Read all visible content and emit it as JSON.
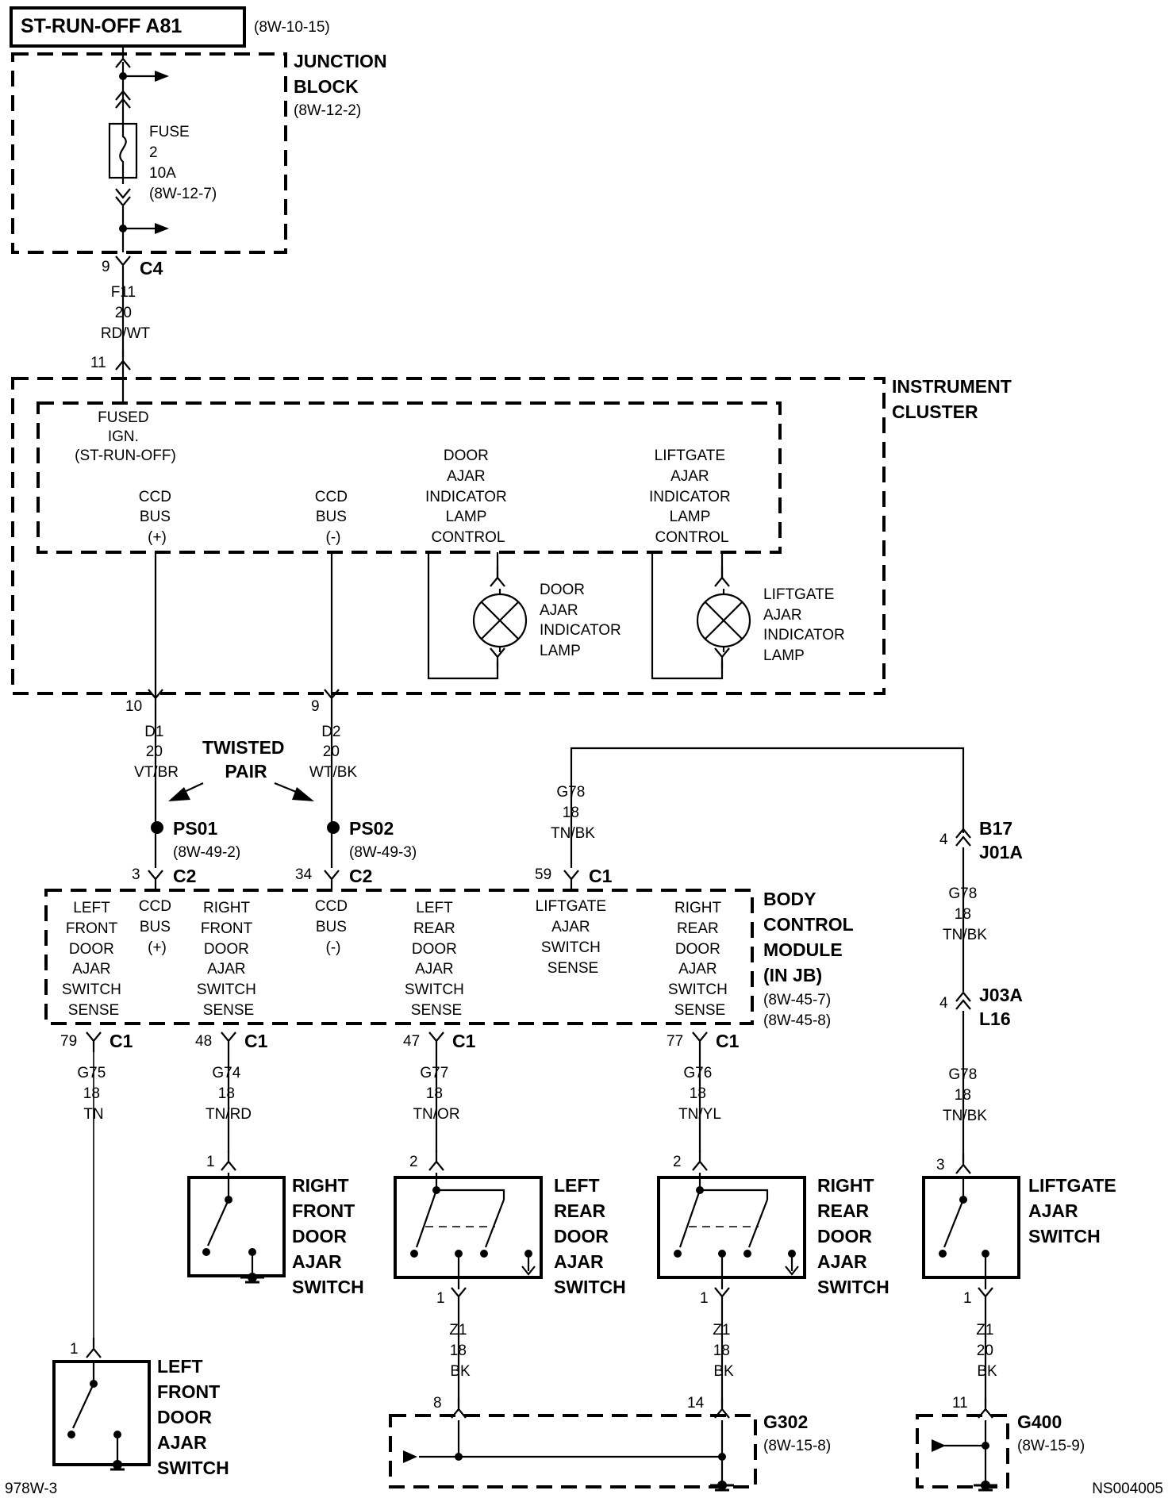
{
  "title": "ST-RUN-OFF A81",
  "title_ref": "(8W-10-15)",
  "junction_block": {
    "name_lines": [
      "JUNCTION",
      "BLOCK"
    ],
    "ref": "(8W-12-2)",
    "fuse_lines": [
      "FUSE",
      "2",
      "10A",
      "(8W-12-7)"
    ],
    "pin": "9",
    "connector": "C4"
  },
  "feed_wire": [
    "F11",
    "20",
    "RD/WT"
  ],
  "instrument_cluster": {
    "name_lines": [
      "INSTRUMENT",
      "CLUSTER"
    ],
    "in_pin": "11",
    "fused_lines": [
      "FUSED",
      "IGN.",
      "(ST-RUN-OFF)"
    ],
    "ccd_plus_lines": [
      "CCD",
      "BUS",
      "(+)"
    ],
    "ccd_minus_lines": [
      "CCD",
      "BUS",
      "(-)"
    ],
    "door_control_lines": [
      "DOOR",
      "AJAR",
      "INDICATOR",
      "LAMP",
      "CONTROL"
    ],
    "liftgate_control_lines": [
      "LIFTGATE",
      "AJAR",
      "INDICATOR",
      "LAMP",
      "CONTROL"
    ],
    "door_lamp_lines": [
      "DOOR",
      "AJAR",
      "INDICATOR",
      "LAMP"
    ],
    "liftgate_lamp_lines": [
      "LIFTGATE",
      "AJAR",
      "INDICATOR",
      "LAMP"
    ],
    "pin_d1": "10",
    "pin_d2": "9"
  },
  "twisted_pair": [
    "TWISTED",
    "PAIR"
  ],
  "wire_d1": [
    "D1",
    "20",
    "VT/BR"
  ],
  "wire_d2": [
    "D2",
    "20",
    "WT/BK"
  ],
  "splices": {
    "ps01": "PS01",
    "ps01_ref": "(8W-49-2)",
    "ps02": "PS02",
    "ps02_ref": "(8W-49-3)"
  },
  "wire_g78_top": [
    "G78",
    "18",
    "TN/BK"
  ],
  "right_connectors": {
    "c1_pin": "4",
    "c1_lines": [
      "B17",
      "J01A"
    ],
    "c2_pin": "4",
    "c2_lines": [
      "J03A",
      "L16"
    ]
  },
  "wire_g78_mid": [
    "G78",
    "18",
    "TN/BK"
  ],
  "wire_g78_low": [
    "G78",
    "18",
    "TN/BK"
  ],
  "bcm": {
    "name_lines": [
      "BODY",
      "CONTROL",
      "MODULE",
      "(IN JB)"
    ],
    "refs": [
      "(8W-45-7)",
      "(8W-45-8)"
    ],
    "top_pins": {
      "ccd_plus_pin": "3",
      "ccd_plus_conn": "C2",
      "ccd_minus_pin": "34",
      "ccd_minus_conn": "C2",
      "liftgate_pin": "59",
      "liftgate_conn": "C1"
    },
    "left_front_lines": [
      "LEFT",
      "FRONT",
      "DOOR",
      "AJAR",
      "SWITCH",
      "SENSE"
    ],
    "ccd_plus_lines": [
      "CCD",
      "BUS",
      "(+)"
    ],
    "right_front_lines": [
      "RIGHT",
      "FRONT",
      "DOOR",
      "AJAR",
      "SWITCH",
      "SENSE"
    ],
    "ccd_minus_lines": [
      "CCD",
      "BUS",
      "(-)"
    ],
    "left_rear_lines": [
      "LEFT",
      "REAR",
      "DOOR",
      "AJAR",
      "SWITCH",
      "SENSE"
    ],
    "liftgate_lines": [
      "LIFTGATE",
      "AJAR",
      "SWITCH",
      "SENSE"
    ],
    "right_rear_lines": [
      "RIGHT",
      "REAR",
      "DOOR",
      "AJAR",
      "SWITCH",
      "SENSE"
    ],
    "bottom_pins": {
      "p79": "79",
      "c79": "C1",
      "p48": "48",
      "c48": "C1",
      "p47": "47",
      "c47": "C1",
      "p77": "77",
      "c77": "C1"
    }
  },
  "wire_g75": [
    "G75",
    "18",
    "TN"
  ],
  "wire_g74": [
    "G74",
    "18",
    "TN/RD"
  ],
  "wire_g77": [
    "G77",
    "18",
    "TN/OR"
  ],
  "wire_g76": [
    "G76",
    "18",
    "TN/YL"
  ],
  "switches": {
    "rf_pin": "1",
    "rf_lines": [
      "RIGHT",
      "FRONT",
      "DOOR",
      "AJAR",
      "SWITCH"
    ],
    "lr_pin_top": "2",
    "lr_pin_bottom": "1",
    "lr_lines": [
      "LEFT",
      "REAR",
      "DOOR",
      "AJAR",
      "SWITCH"
    ],
    "rr_pin_top": "2",
    "rr_pin_bottom": "1",
    "rr_lines": [
      "RIGHT",
      "REAR",
      "DOOR",
      "AJAR",
      "SWITCH"
    ],
    "lg_pin_top": "3",
    "lg_pin_bottom": "1",
    "lg_lines": [
      "LIFTGATE",
      "AJAR",
      "SWITCH"
    ],
    "lf_pin": "1",
    "lf_lines": [
      "LEFT",
      "FRONT",
      "DOOR",
      "AJAR",
      "SWITCH"
    ]
  },
  "wire_z1_a": [
    "Z1",
    "18",
    "BK"
  ],
  "wire_z1_b": [
    "Z1",
    "18",
    "BK"
  ],
  "wire_z1_c": [
    "Z1",
    "20",
    "BK"
  ],
  "grounds": {
    "g302_pin_left": "8",
    "g302_pin_right": "14",
    "g302": "G302",
    "g302_ref": "(8W-15-8)",
    "g400_pin": "11",
    "g400": "G400",
    "g400_ref": "(8W-15-9)"
  },
  "footer_left": "978W-3",
  "footer_right": "NS004005"
}
